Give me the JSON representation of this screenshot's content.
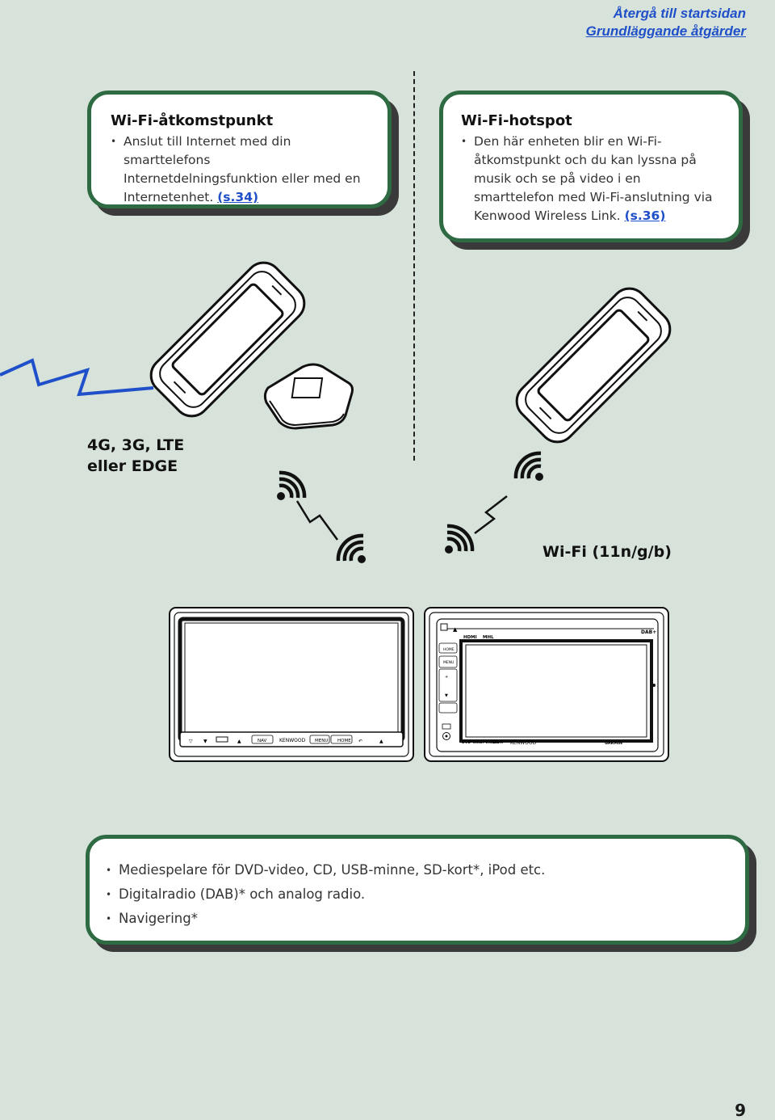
{
  "nav": {
    "back_to_start": "Återgå till startsidan",
    "basic_operations": "Grundläggande åtgärder"
  },
  "card_access_point": {
    "title": "Wi-Fi-åtkomstpunkt",
    "bullet_text": "Anslut till Internet med din smarttelefons Internetdelningsfunktion eller med en Internetenhet.",
    "ref": "(s.34)"
  },
  "card_hotspot": {
    "title": "Wi-Fi-hotspot",
    "bullet_text": "Den här enheten blir en Wi-Fi-åtkomstpunkt och du kan lyssna på musik och se på video i en smarttelefon med Wi-Fi-anslutning via Kenwood Wireless Link.",
    "ref": "(s.36)"
  },
  "labels": {
    "cellular_line1": "4G, 3G, LTE",
    "cellular_line2": "eller EDGE",
    "wifi": "Wi-Fi (11n/g/b)"
  },
  "head_unit_left": {
    "buttons": [
      "NAV",
      "KENWOOD",
      "MENU",
      "HOME"
    ]
  },
  "head_unit_right": {
    "top_labels": [
      "HDMI",
      "MHL",
      "DAB+"
    ],
    "side_buttons": [
      "HOME",
      "MENU"
    ],
    "brand": "KENWOOD",
    "badges": [
      "DVD",
      "DOLBY DIGITAL",
      "DivX"
    ],
    "partner": "GARMIN"
  },
  "features": {
    "items": [
      "Mediespelare för DVD-video, CD, USB-minne, SD-kort*, iPod etc.",
      "Digitalradio (DAB)* och analog radio.",
      "Navigering*"
    ]
  },
  "page": {
    "number": "9"
  },
  "colors": {
    "background": "#d7e3da",
    "card_border": "#2e6a42",
    "link": "#1f4fc9",
    "signal_bolt": "#1f4fc9"
  }
}
